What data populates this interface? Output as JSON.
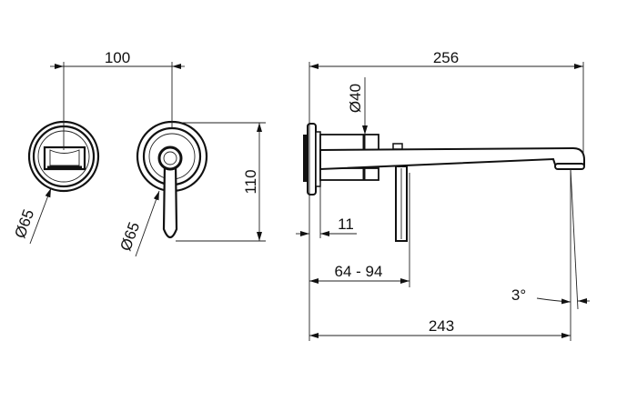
{
  "title": "Wall-mounted faucet technical drawing",
  "dimensions": {
    "width_between_centers": "100",
    "plate_diameter_left": "Ø65",
    "plate_diameter_right": "Ø65",
    "handle_height": "110",
    "total_length": "256",
    "body_diameter": "Ø40",
    "plate_thickness": "11",
    "lever_distance": "64 - 94",
    "spout_reach": "243",
    "outlet_angle": "3°"
  }
}
